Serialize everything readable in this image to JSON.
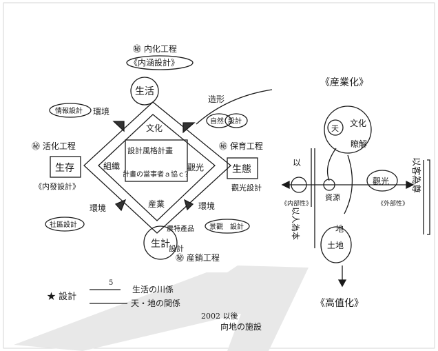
{
  "colors": {
    "ink": "#1a1a1a",
    "paper": "#ffffff",
    "watermark": "#e8e8e8",
    "edge": "#d6d6d6"
  },
  "labels": {
    "top_bullet": "㊙ 内化工程",
    "top_design": "《内涵設計》",
    "top_circle": "生活",
    "culture": "文化",
    "center_l1": "設計風格計畫",
    "center_l2": "計畫の當事者ａ協ｃ?",
    "center_left": "組織",
    "center_right": "觀光",
    "center_bottom": "産業",
    "environment_top": "環境",
    "left_oval": "情報設計",
    "left_bullet": "㊙ 活化工程",
    "left_box": "生存",
    "left_design": "《内發設計》",
    "env_left": "環境",
    "bottom_left_oval": "社區設計",
    "right_top_text": "造形",
    "right_top_oval1": "自然",
    "right_top_oval2": "設計",
    "right_bullet": "㊙ 保育工程",
    "right_box": "生態",
    "right_design": "觀光設計",
    "env_right": "環境",
    "bottom_right_oval1": "景觀",
    "bottom_right_oval2": "設計",
    "bottom_circle": "生計",
    "products": "農特產品",
    "bottom_design": "設計",
    "bottom_bullet": "㊙ 産銷工程",
    "legend_star": "★ 設計",
    "legend_num": "5",
    "legend_row1": "生活の川係",
    "legend_row2": "天・地の関係",
    "year": "2002 以後",
    "future": "向地の施設"
  },
  "right_panel": {
    "title_top": "《産業化》",
    "sky": "天",
    "culture": "文化",
    "understand": "瞭解",
    "left_pole": "以",
    "left_tag": "《内部性》",
    "center": "資源",
    "right_circle": "觀光",
    "right_tag": "《外部性》",
    "right_vertical": "以客為尊",
    "vertical_mid": "以人為本",
    "earth": "地",
    "land": "土地",
    "title_bottom": "《高值化》"
  }
}
